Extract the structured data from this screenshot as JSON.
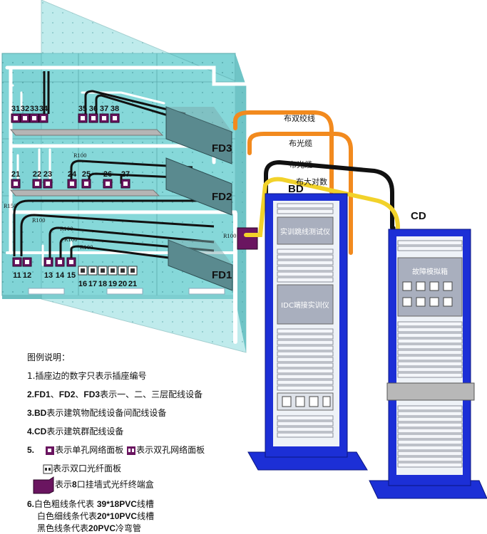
{
  "outlets": {
    "top": [
      "31",
      "32",
      "33",
      "34",
      "35",
      "36",
      "37",
      "38"
    ],
    "middle": [
      "21",
      "22",
      "23",
      "24",
      "25",
      "26",
      "27"
    ],
    "bottom_single": [
      "11",
      "12",
      "13",
      "14",
      "15"
    ],
    "bottom_fiber": [
      "16",
      "17",
      "18",
      "19",
      "20",
      "21"
    ]
  },
  "fd_labels": {
    "fd3": "FD3",
    "fd2": "FD2",
    "fd1": "FD1"
  },
  "radius_labels": [
    "R100",
    "R150",
    "R100",
    "R100",
    "R100",
    "R100",
    "R100"
  ],
  "cables": {
    "twisted": "布双绞线",
    "fiber1": "布光缆",
    "fiber2": "布光缆",
    "bigpair": "布大对数"
  },
  "racks": {
    "bd": "BD",
    "cd": "CD",
    "bd_unit1": "实训跳线测试仪",
    "bd_unit2": "IDC端接实训仪",
    "cd_unit": "故障模拟箱"
  },
  "legend": {
    "title": "图例说明：",
    "l1": "1.插座边的数字只表示插座编号",
    "l2_num": "2.",
    "l2_b1": "FD1",
    "l2_t1": "、",
    "l2_b2": "FD2",
    "l2_t2": "、",
    "l2_b3": "FD3",
    "l2_t3": "表示一、二、三层配线设备",
    "l3_num": "3.",
    "l3_b": "BD",
    "l3_t": "表示建筑物配线设备间配线设备",
    "l4_num": "4.",
    "l4_b": "CD",
    "l4_t": "表示建筑群配线设备",
    "l5_num": "5.",
    "l5_single": "表示单孔网络面板",
    "l5_double": "表示双孔网络面板",
    "l5_fiber": "表示双口光纤面板",
    "l5_box_a": "表示",
    "l5_box_b": "8",
    "l5_box_c": "口挂墙式光纤终端盒",
    "l6_num": "6.",
    "l6_a": "白色粗线条代表 ",
    "l6_b": "39*18PVC",
    "l6_c": "线槽",
    "l6_d": "白色细线条代表",
    "l6_e": "20*10PVC",
    "l6_f": "线槽",
    "l6_g": "黑色线条代表",
    "l6_h": "20PVC",
    "l6_i": "冷弯管"
  },
  "colors": {
    "wall": "#7fd6d8",
    "rack": "#1c2fd6",
    "orange": "#f28a1e",
    "yellow": "#f2d22a",
    "outlet": "#6a1560"
  }
}
